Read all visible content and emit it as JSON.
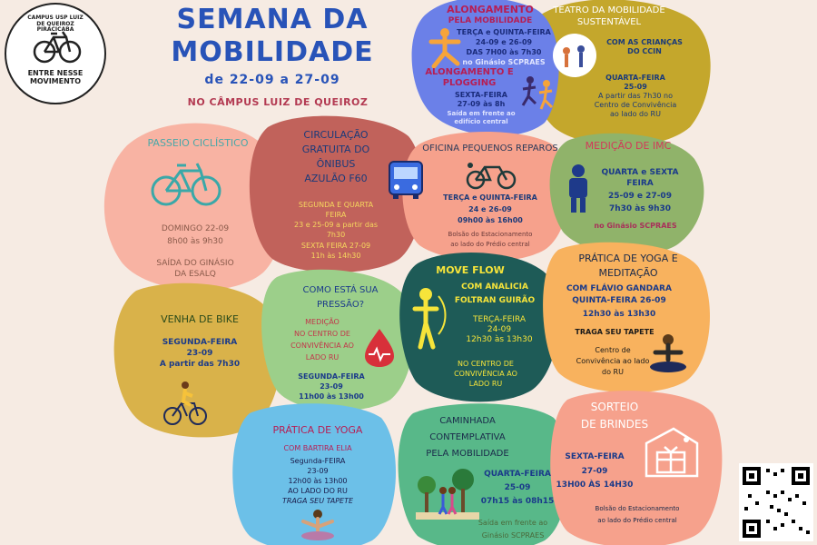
{
  "logo": {
    "ring_text_top": "CAMPUS USP LUIZ DE QUEIROZ PIRACICABA",
    "ring_text_bottom": "ENTRE NESSE MOVIMENTO"
  },
  "header": {
    "title_line1": "SEMANA DA",
    "title_line2": "MOBILIDADE",
    "dates": "de 22-09 a 27-09",
    "campus": "NO CÂMPUS LUIZ DE QUEIROZ"
  },
  "events": {
    "alongamento": {
      "title": "ALONGAMENTO",
      "subtitle": "PELA MOBILIDADE",
      "days": "TERÇA e QUINTA-FEIRA",
      "dates": "24-09 e 26-09",
      "time": "DAS 7H00 às 7h30",
      "place": "no Ginásio SCPRAES"
    },
    "plogging": {
      "title_line1": "ALONGAMENTO E",
      "title_line2": "PLOGGING",
      "day": "SEXTA-FEIRA",
      "date_time": "27-09 às 8h",
      "place_line1": "Saída em frente ao",
      "place_line2": "edifício central"
    },
    "teatro": {
      "title_line1": "TEATRO DA MOBILIDADE",
      "title_line2": "SUSTENTÁVEL",
      "with_line1": "COM AS CRIANÇAS",
      "with_line2": "DO CCIN",
      "day": "QUARTA-FEIRA",
      "date": "25-09",
      "time": "A partir das 7h30 no",
      "place_line1": "Centro de Convivência",
      "place_line2": "ao lado do RU"
    },
    "passeio": {
      "title": "PASSEIO CICLÍSTICO",
      "day": "DOMINGO 22-09",
      "time": "8h00 às 9h30",
      "place_line1": "SAÍDA DO GINÁSIO",
      "place_line2": "DA ESALQ"
    },
    "onibus": {
      "title_line1": "CIRCULAÇÃO",
      "title_line2": "GRATUITA DO",
      "title_line3": "ÔNIBUS",
      "title_line4": "AZULÃO F60",
      "days_line1": "SEGUNDA E QUARTA",
      "days_line2": "FEIRA",
      "dates_line1": "23 e 25-09 a partir das",
      "dates_line2": "7h30",
      "fri_line1": "SEXTA FEIRA 27-09",
      "fri_line2": "11h às 14h30"
    },
    "oficina": {
      "title": "OFICINA  PEQUENOS REPAROS",
      "days": "TERÇA e QUINTA-FEIRA",
      "dates": "24 e 26-09",
      "time": "09h00 às 16h00",
      "place_line1": "Bolsão do Estacionamento",
      "place_line2": "ao lado do Prédio central"
    },
    "imc": {
      "title": "MEDIÇÃO DE IMC",
      "days_line1": "QUARTA e SEXTA",
      "days_line2": "FEIRA",
      "dates": "25-09 e 27-09",
      "time": "7h30 às 9h30",
      "place": "no Ginásio SCPRAES"
    },
    "vem_bike": {
      "title": "VENHA DE BIKE",
      "day": "SEGUNDA-FEIRA",
      "date": "23-09",
      "time": "A partir das 7h30"
    },
    "pressao": {
      "title_line1": "COMO ESTÁ SUA",
      "title_line2": "PRESSÃO?",
      "label": "MEDIÇÃO",
      "place_line1": "NO CENTRO DE",
      "place_line2": "CONVIVÊNCIA AO",
      "place_line3": "LADO RU",
      "day": "SEGUNDA-FEIRA",
      "date": "23-09",
      "time": "11h00 às 13h00"
    },
    "moveflow": {
      "title": "MOVE FLOW",
      "with_line1": "COM ANALICIA",
      "with_line2": "FOLTRAN GUIRÃO",
      "day": "TERÇA-FEIRA",
      "date": "24-09",
      "time": "12h30 às 13h30",
      "place_line1": "NO CENTRO DE",
      "place_line2": "CONVIVÊNCIA AO",
      "place_line3": "LADO RU"
    },
    "yoga_med": {
      "title_line1": "PRÁTICA DE YOGA E",
      "title_line2": "MEDITAÇÃO",
      "with": "COM FLÁVIO GANDARA",
      "day": "QUINTA-FEIRA 26-09",
      "time": "12h30 às 13h30",
      "note": "TRAGA SEU TAPETE",
      "place_line1": "Centro de",
      "place_line2": "Convivência ao lado",
      "place_line3": "do RU"
    },
    "yoga": {
      "title": "PRÁTICA DE YOGA",
      "with": "COM BARTIRA ELIA",
      "day": "Segunda-FEIRA",
      "date": "23-09",
      "time": "12h00 às 13h00",
      "place": "AO LADO DO RU",
      "note": "TRAGA SEU TAPETE"
    },
    "caminhada": {
      "title_line1": "CAMINHADA",
      "title_line2": "CONTEMPLATIVA",
      "title_line3": "PELA MOBILIDADE",
      "day": "QUARTA-FEIRA",
      "date": "25-09",
      "time": "07h15 às 08h15",
      "place_line1": "Saída em frente ao",
      "place_line2": "Ginásio SCPRAES"
    },
    "sorteio": {
      "title_line1": "SORTEIO",
      "title_line2": "DE BRINDES",
      "day": "SEXTA-FEIRA",
      "date": "27-09",
      "time": "13H00 ÀS 14H30",
      "place_line1": "Bolsão do Estacionamento",
      "place_line2": "ao lado do Prédio central"
    }
  },
  "colors": {
    "background": "#f6ebe3",
    "title_blue": "#2853b8",
    "blob_purple": "#6b80e8",
    "blob_olive": "#c4a72c",
    "blob_pink": "#f8b3a3",
    "blob_red": "#c1625b",
    "blob_salmon": "#f6a18c",
    "blob_green": "#90b36a",
    "blob_mustard": "#d9b24a",
    "blob_lightgreen": "#9ccf8a",
    "blob_darkteal": "#1e5b57",
    "blob_orange": "#f8b25e",
    "blob_sky": "#6cc0e8",
    "blob_teal": "#58b889"
  }
}
